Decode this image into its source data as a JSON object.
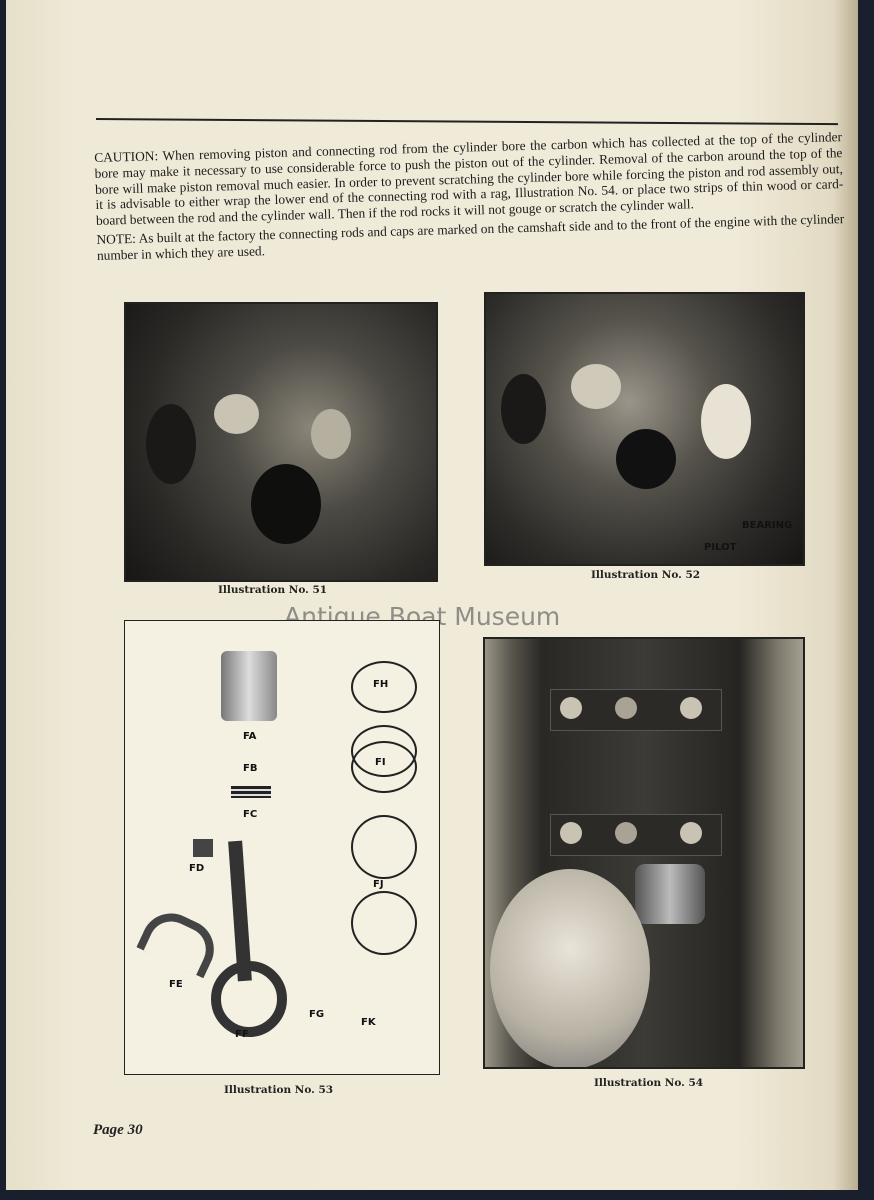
{
  "body": {
    "caution": "CAUTION:  When removing piston and connecting rod from the cylinder bore the carbon which has collected at the top of the cylinder bore may make it necessary to use considerable force to push the piston out of the cylinder. Removal of the carbon around the top of the bore will make piston removal much easier. In order to prevent scratching the cylinder bore while forcing the piston and rod assembly out, it is advisable to either wrap the lower end of the connecting rod with a rag, Illustration No. 54. or place two strips of thin wood or card-board between the rod and the cylinder wall. Then if the rod rocks it will not gouge or scratch the cylinder wall.",
    "note": "NOTE:  As built at the factory the connecting rods and caps are marked on the camshaft side and to the front of the engine with the cylinder number in which they are used."
  },
  "illustrations": {
    "i51": {
      "caption": "Illustration No. 51"
    },
    "i52": {
      "caption": "Illustration No. 52",
      "labels": [
        "BEARING",
        "PILOT"
      ]
    },
    "i53": {
      "caption": "Illustration No. 53",
      "labels": [
        "FA",
        "FB",
        "FC",
        "FD",
        "FE",
        "FF",
        "FG",
        "FH",
        "FI",
        "FJ",
        "FK"
      ]
    },
    "i54": {
      "caption": "Illustration No. 54"
    }
  },
  "watermark": "Antique Boat Museum",
  "page_number": "Page 30"
}
